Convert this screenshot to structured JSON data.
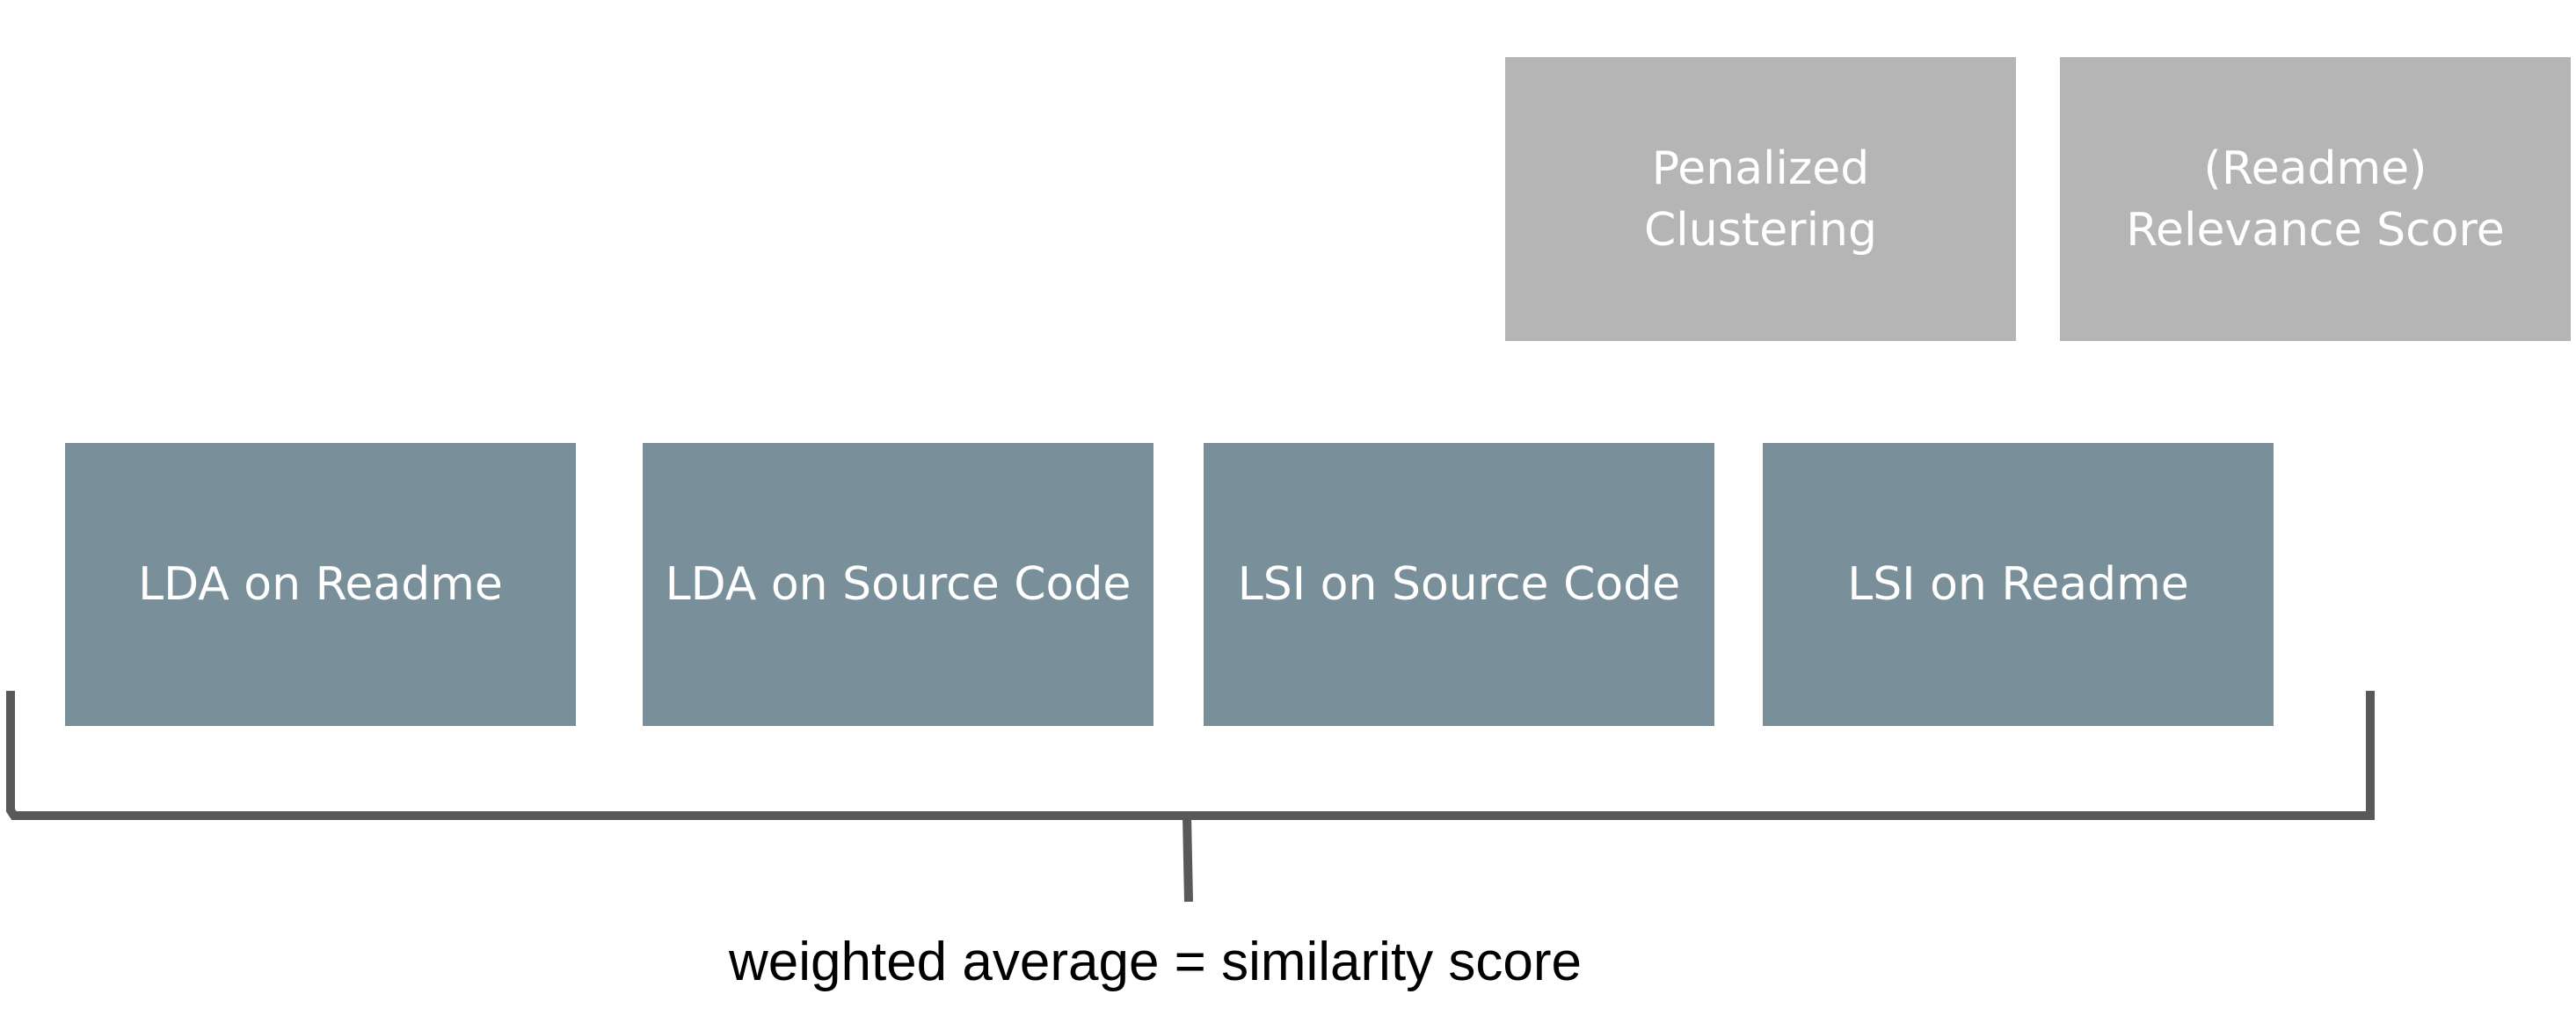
{
  "top_boxes": {
    "penalized_clustering": "Penalized\nClustering",
    "relevance_score": "(Readme)\nRelevance Score"
  },
  "bottom_boxes": {
    "lda_readme": "LDA on Readme",
    "lda_source": "LDA on Source Code",
    "lsi_source": "LSI on Source Code",
    "lsi_readme": "LSI on Readme"
  },
  "caption": "weighted average = similarity score",
  "colors": {
    "top_box": "#b5b5b5",
    "bottom_box": "#798f99",
    "bracket": "#595959",
    "box_text": "#ffffff",
    "caption_text": "#000000"
  }
}
